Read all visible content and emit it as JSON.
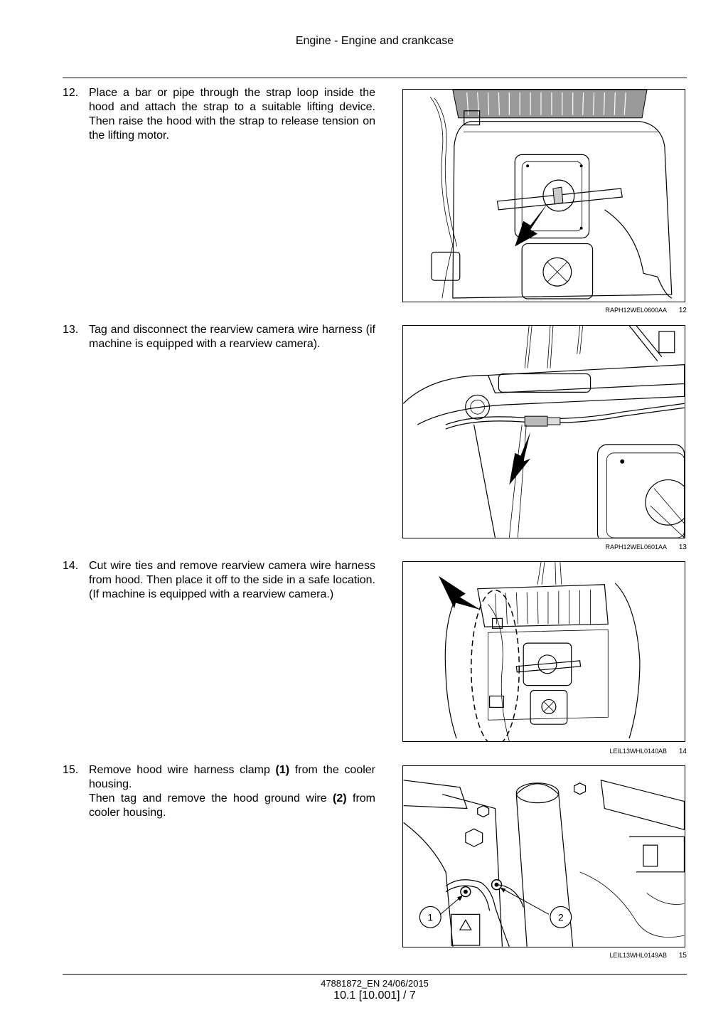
{
  "header": {
    "title": "Engine - Engine and crankcase"
  },
  "steps": [
    {
      "number": "12.",
      "lines": [
        "Place a bar or pipe through the strap loop inside the hood and attach the strap to a suitable lifting device. Then raise the hood with the strap to release tension on the lifting motor."
      ],
      "figure": {
        "code": "RAPH12WEL0600AA",
        "number": "12"
      }
    },
    {
      "number": "13.",
      "lines": [
        "Tag and disconnect the rearview camera wire harness (if machine is equipped with a rearview camera)."
      ],
      "figure": {
        "code": "RAPH12WEL0601AA",
        "number": "13"
      }
    },
    {
      "number": "14.",
      "lines": [
        "Cut wire ties and remove rearview camera wire harness from hood. Then place it off to the side in a safe location. (If machine is equipped with a rearview camera.)"
      ],
      "figure": {
        "code": "LEIL13WHL0140AB",
        "number": "14"
      }
    },
    {
      "number": "15.",
      "line1_a": "Remove hood wire harness clamp ",
      "line1_b": "(1)",
      "line1_c": " from the cooler housing.",
      "line2_a": "Then tag and remove the hood ground wire ",
      "line2_b": "(2)",
      "line2_c": " from cooler housing.",
      "figure": {
        "code": "LEIL13WHL0149AB",
        "number": "15",
        "callouts": [
          "1",
          "2"
        ]
      }
    }
  ],
  "footer": {
    "document": "47881872_EN 24/06/2015",
    "page": "10.1 [10.001] / 7"
  }
}
